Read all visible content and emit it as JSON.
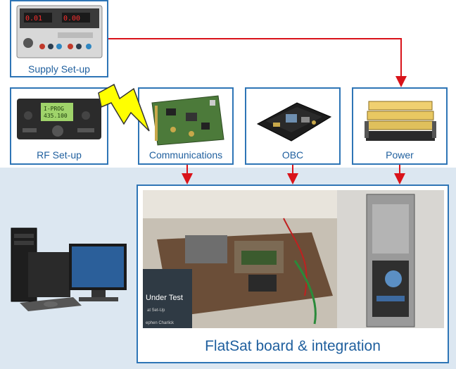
{
  "boxes": {
    "supply": "Supply Set-up",
    "rf": "RF Set-up",
    "comms": "Communications",
    "obc": "OBC",
    "power": "Power",
    "flatsat": "FlatSat board & integration"
  },
  "photo_labels": {
    "under_test": "Under Test",
    "setup": "at Set-Up",
    "name": "ephen Charlick"
  },
  "colors": {
    "box_border": "#2e75b6",
    "label_text": "#1f5f9e",
    "arrow": "#d9131a",
    "band": "#dce7f1",
    "lightning": "#ffff00"
  }
}
